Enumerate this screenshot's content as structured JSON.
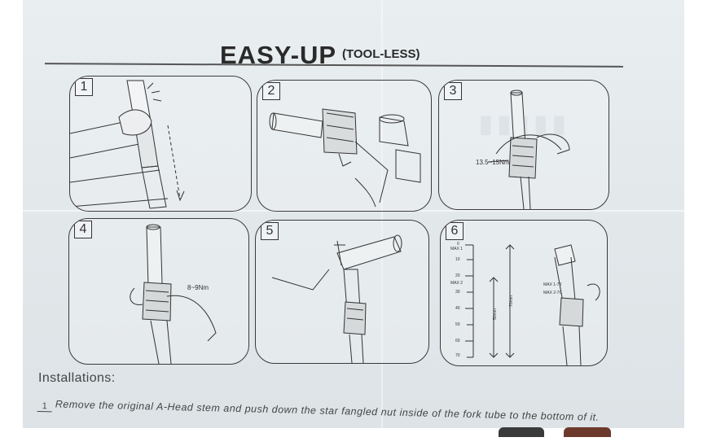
{
  "header": {
    "title": "EASY-UP",
    "subtitle": "(TOOL-LESS)"
  },
  "panels": [
    {
      "number": "1",
      "torque": ""
    },
    {
      "number": "2",
      "torque": ""
    },
    {
      "number": "3",
      "torque": "13.5~15Nm"
    },
    {
      "number": "4",
      "torque": "8~9Nm"
    },
    {
      "number": "5",
      "torque": ""
    },
    {
      "number": "6",
      "torque": ""
    }
  ],
  "panel6": {
    "ruler_ticks": [
      "0",
      "10",
      "20",
      "30",
      "40",
      "50",
      "60",
      "70"
    ],
    "max1": "MAX 1",
    "max2": "MAX 2",
    "dim_50": "50mm",
    "dim_70": "70mm",
    "note_max1": "MAX 1-70",
    "note_max2": "MAX 2-70"
  },
  "installations": {
    "heading": "Installations:",
    "steps": [
      {
        "index": "1",
        "text": "Remove the original A-Head stem and push down the star fangled nut inside of the fork tube to the bottom of it."
      }
    ]
  }
}
